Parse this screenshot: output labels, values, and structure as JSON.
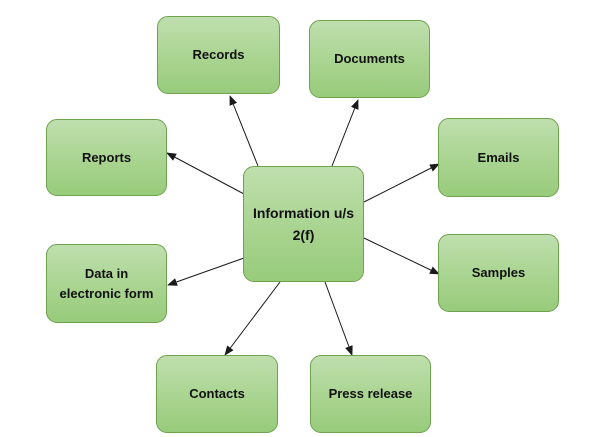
{
  "diagram": {
    "center": {
      "label": "Information u/s 2(f)"
    },
    "nodes": {
      "records": "Records",
      "documents": "Documents",
      "reports": "Reports",
      "emails": "Emails",
      "data_electronic": "Data in electronic form",
      "samples": "Samples",
      "contacts": "Contacts",
      "press_release": "Press release"
    },
    "edges": [
      {
        "from": "center",
        "to": "records"
      },
      {
        "from": "center",
        "to": "documents"
      },
      {
        "from": "center",
        "to": "reports"
      },
      {
        "from": "center",
        "to": "emails"
      },
      {
        "from": "center",
        "to": "data_electronic"
      },
      {
        "from": "center",
        "to": "samples"
      },
      {
        "from": "center",
        "to": "contacts"
      },
      {
        "from": "center",
        "to": "press_release"
      }
    ],
    "colors": {
      "node_fill_top": "#bfdfae",
      "node_fill_bottom": "#98cb7b",
      "node_border": "#6fa24f",
      "edge": "#1a1a1a",
      "text": "#111111"
    }
  }
}
